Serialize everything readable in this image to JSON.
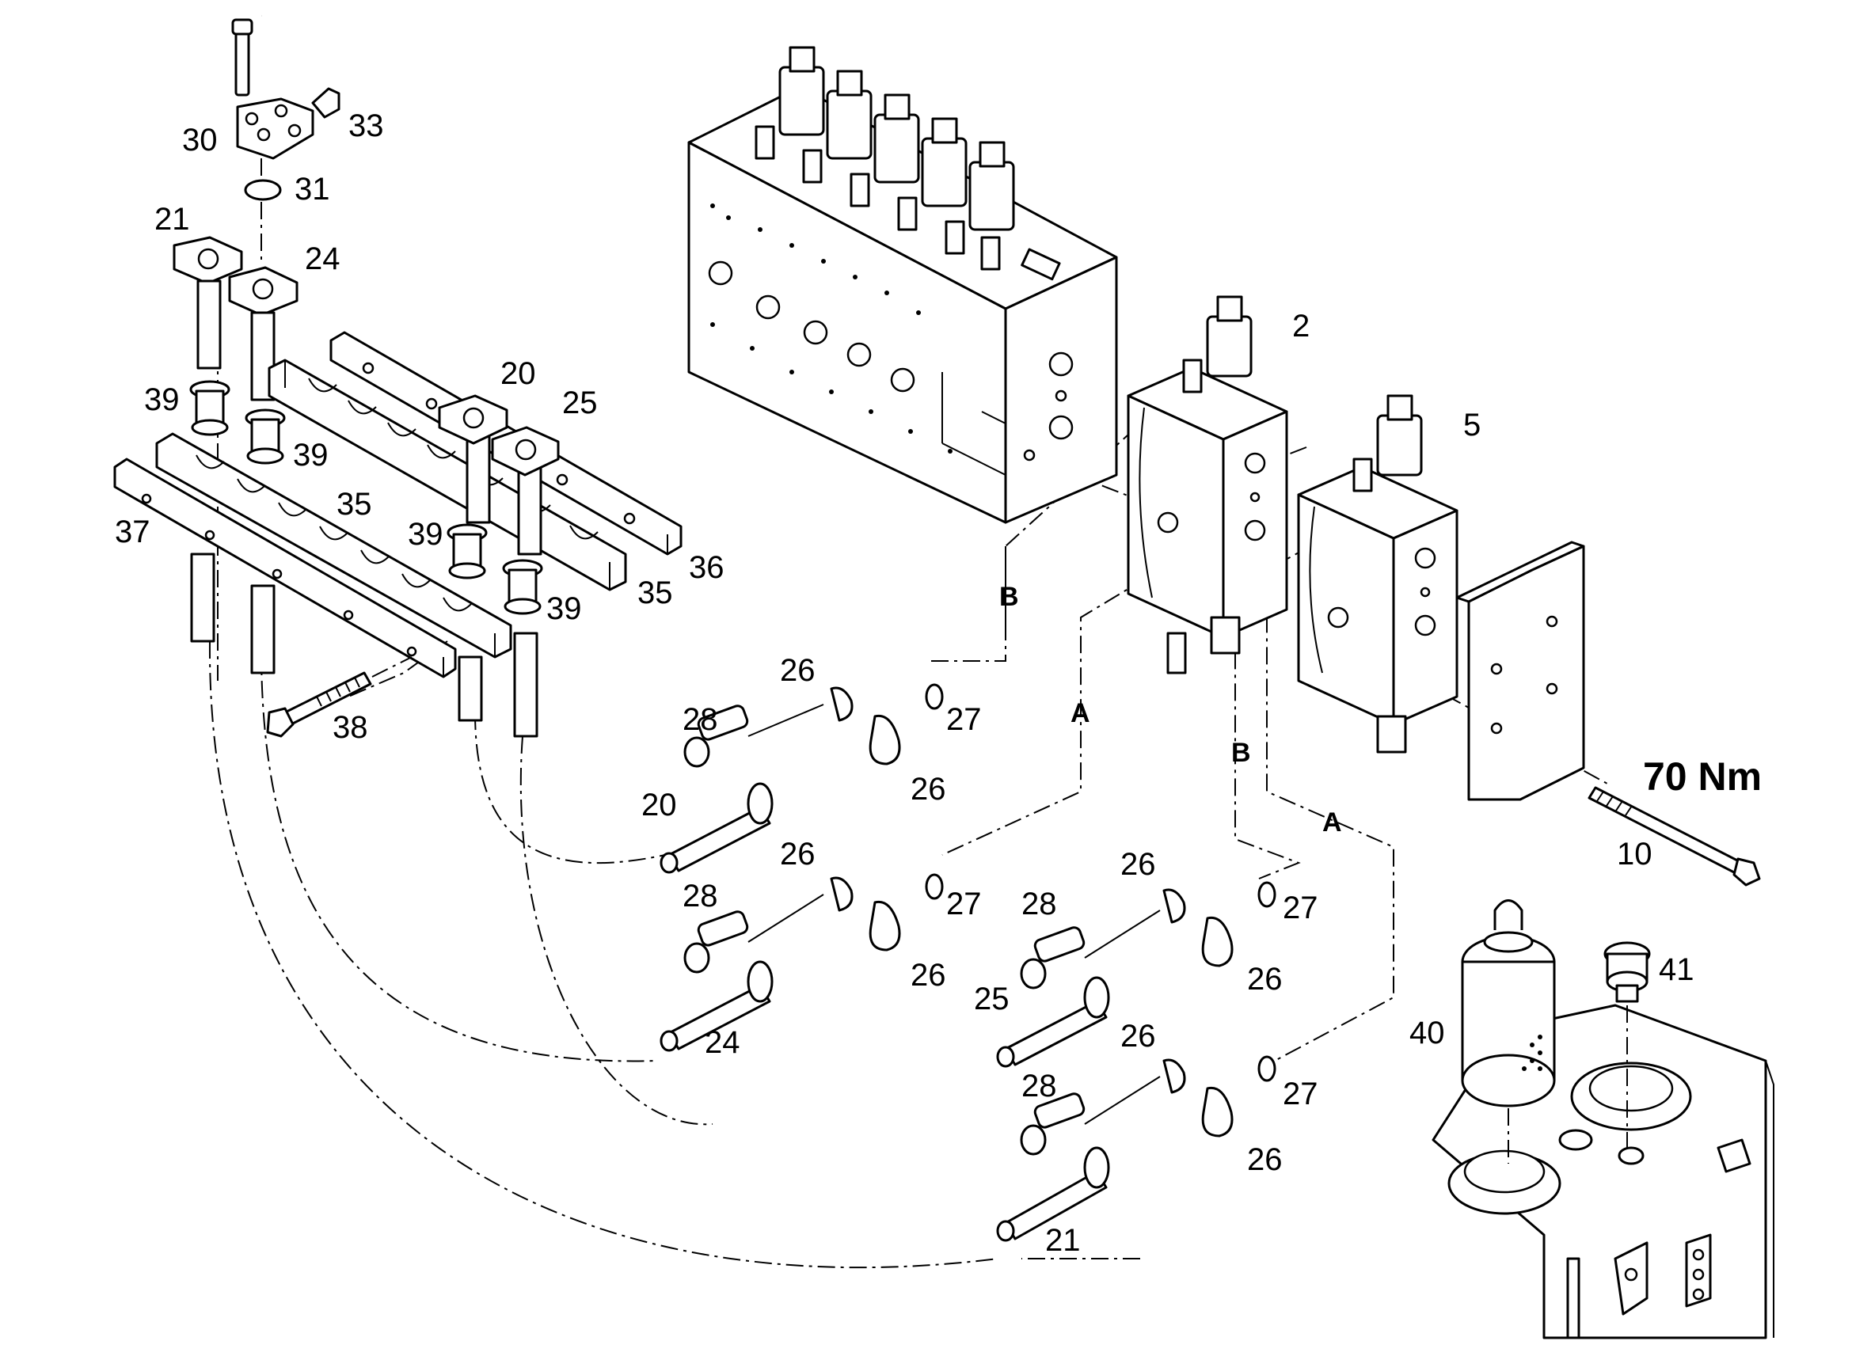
{
  "callouts": {
    "c30": "30",
    "c33": "33",
    "c31": "31",
    "c21_top": "21",
    "c24_top": "24",
    "c20_top": "20",
    "c25_top": "25",
    "c39_a": "39",
    "c39_b": "39",
    "c39_c": "39",
    "c39_d": "39",
    "c35_a": "35",
    "c35_b": "35",
    "c36": "36",
    "c37": "37",
    "c38": "38",
    "c2": "2",
    "c5": "5",
    "c10": "10",
    "c26_1a": "26",
    "c26_1b": "26",
    "c27_1": "27",
    "c28_1": "28",
    "c20_bot": "20",
    "c26_2a": "26",
    "c26_2b": "26",
    "c27_2": "27",
    "c28_2": "28",
    "c24_bot": "24",
    "c26_3a": "26",
    "c26_3b": "26",
    "c27_3": "27",
    "c28_3": "28",
    "c25_bot": "25",
    "c26_4a": "26",
    "c26_4b": "26",
    "c27_4": "27",
    "c28_4": "28",
    "c21_bot": "21",
    "c40": "40",
    "c41": "41"
  },
  "port_labels": {
    "b1": "B",
    "a1": "A",
    "b2": "B",
    "a2": "A"
  },
  "torque": "70 Nm",
  "colors": {
    "line": "#000000",
    "background": "#ffffff"
  }
}
